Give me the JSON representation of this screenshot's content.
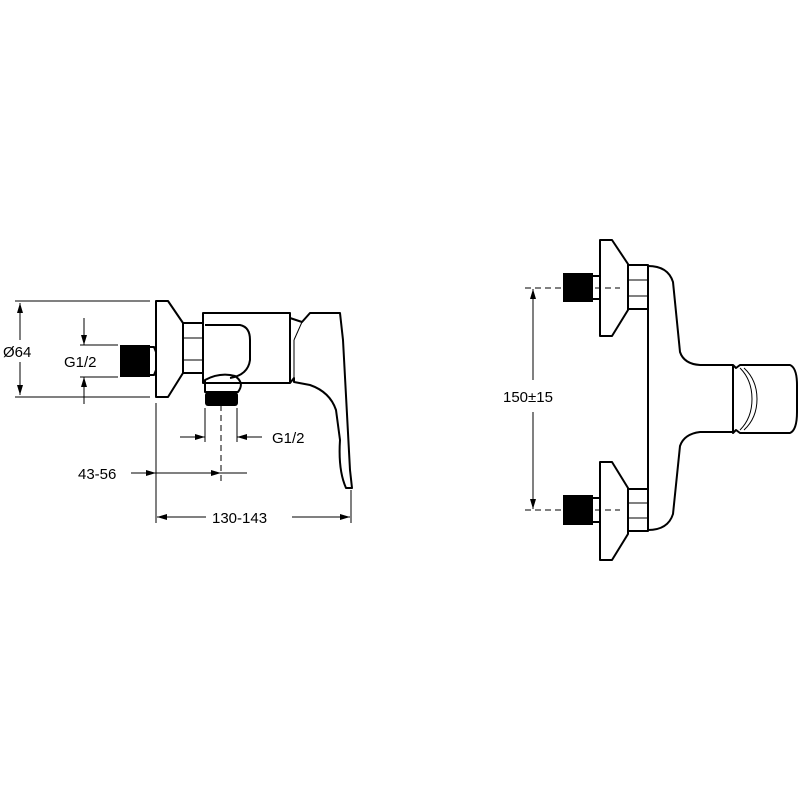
{
  "colors": {
    "line": "#000000",
    "background": "#ffffff"
  },
  "side_view": {
    "dim_diameter": "Ø64",
    "dim_inlet_thread": "G1/2",
    "dim_outlet_thread": "G1/2",
    "dim_projection": "43-56",
    "dim_overall_depth": "130-143"
  },
  "front_view": {
    "dim_center_distance": "150±15"
  }
}
